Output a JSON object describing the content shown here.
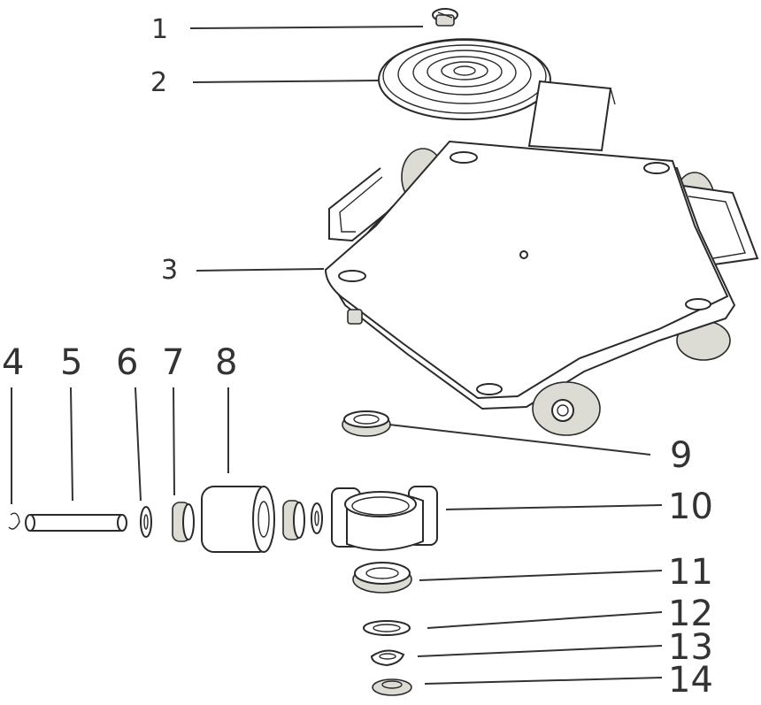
{
  "diagram": {
    "labels": [
      "1",
      "2",
      "3",
      "4",
      "5",
      "6",
      "7",
      "8",
      "9",
      "10",
      "11",
      "12",
      "13",
      "14"
    ]
  },
  "colors": {
    "line": "#333333",
    "part_fill": "#ffffff",
    "shade": "#dcdcd4"
  }
}
